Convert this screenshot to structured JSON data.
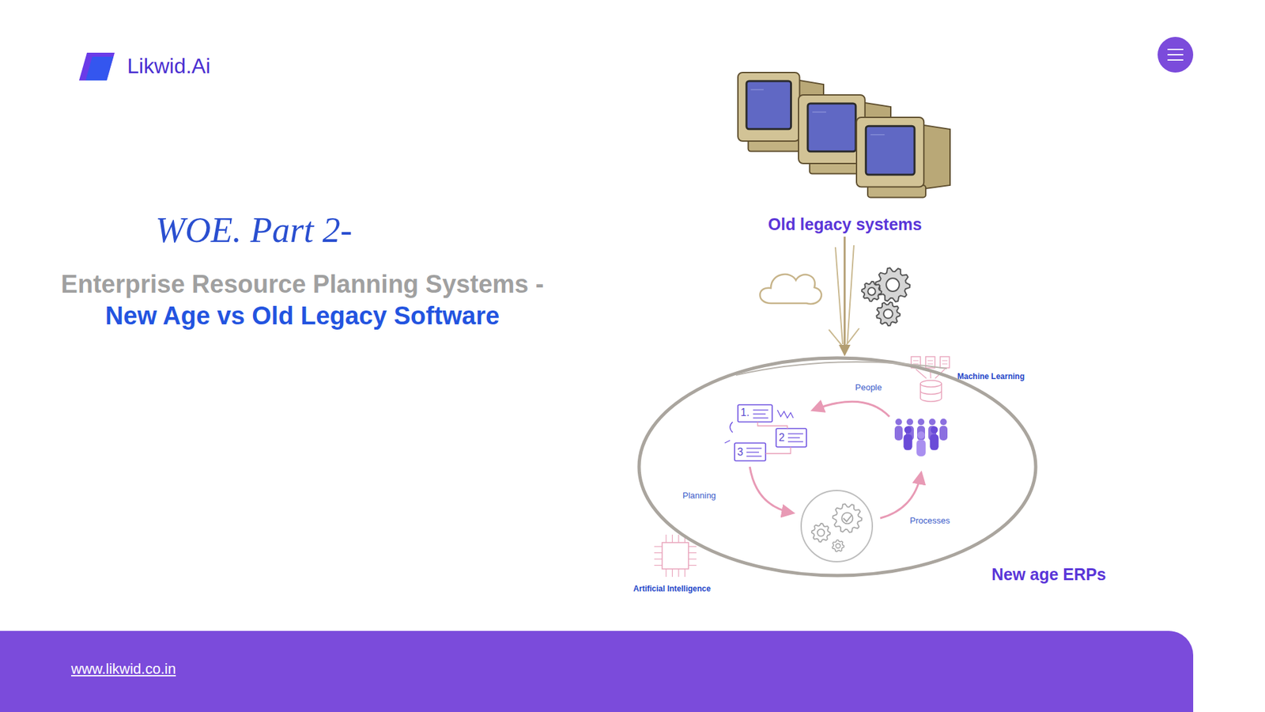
{
  "diagram": {
    "title": "Enterprise Resource Planning Systems -",
    "nodes": [
      {
        "text": [
          "Old legacy systems"
        ]
      },
      {
        "text": [
          "New age ERPs"
        ]
      }
    ],
    "edges": [
      {
        "from": 0,
        "to": 1,
        "arrow": "to"
      }
    ],
    "labels": [
      "Likwid.Ai",
      "WOE. Part 2-",
      "New Age vs Old Legacy Software",
      "People",
      "Planning",
      "Processes",
      "Machine Learning",
      "Artificial Intelligence",
      "1.",
      "2",
      "3",
      "www.likwid.co.in"
    ]
  }
}
